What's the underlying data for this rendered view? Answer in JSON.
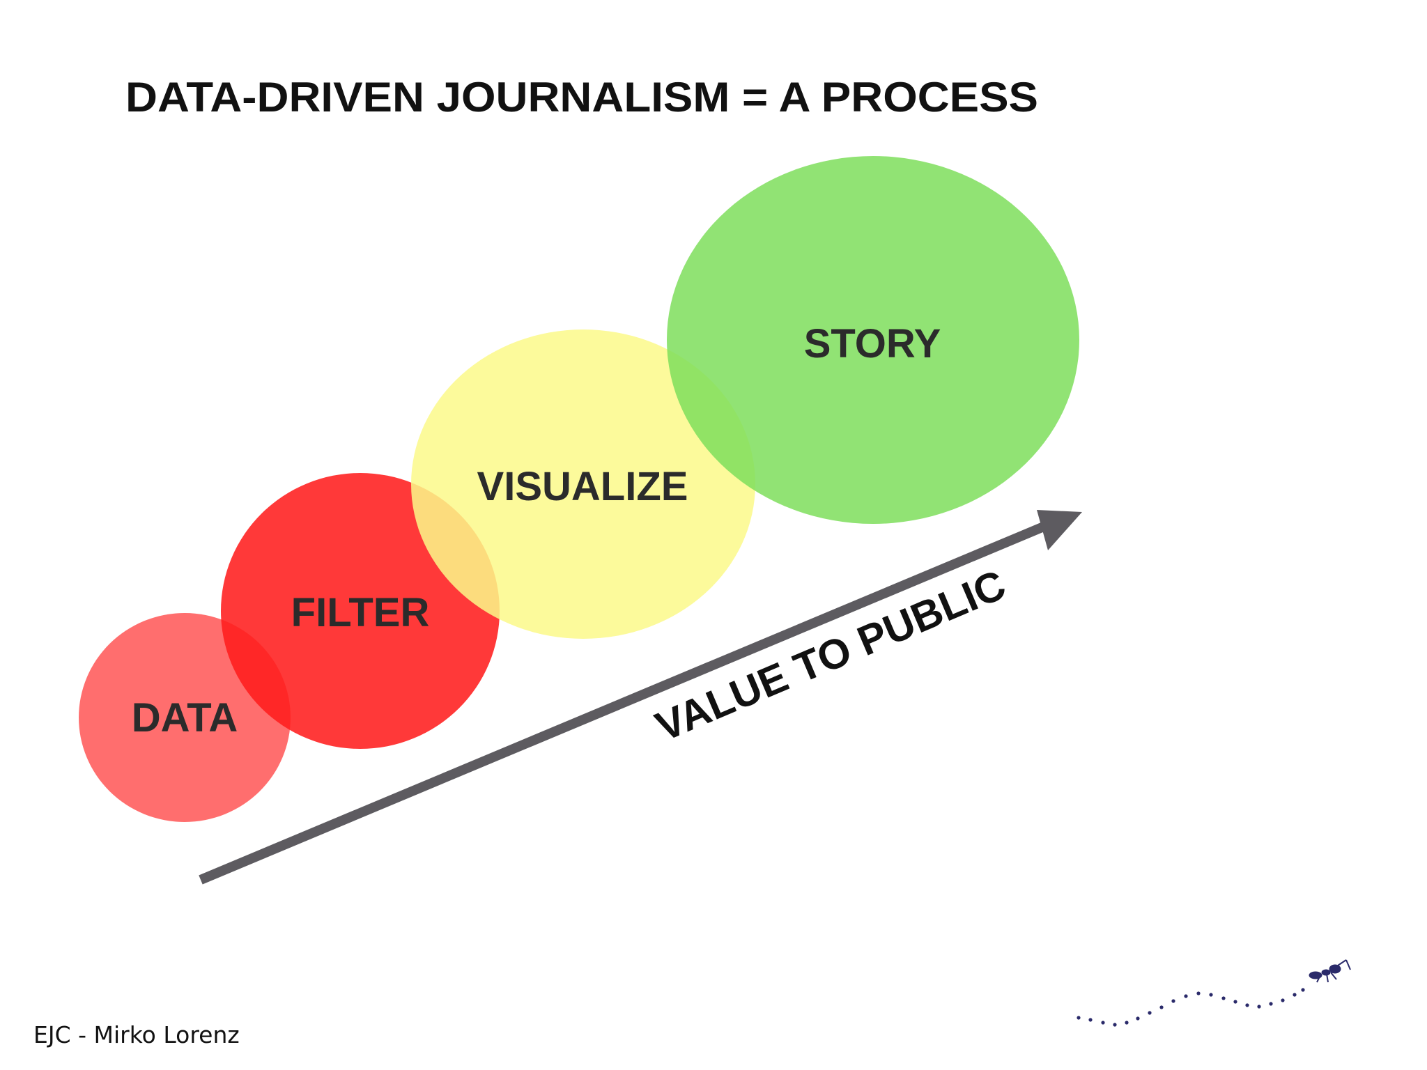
{
  "slide": {
    "title": "DATA-DRIVEN JOURNALISM = A PROCESS",
    "footer": "EJC - Mirko Lorenz"
  },
  "process": {
    "steps": [
      {
        "label": "DATA",
        "color": "#ff5a5a"
      },
      {
        "label": "FILTER",
        "color": "#ff1e1e"
      },
      {
        "label": "VISUALIZE",
        "color": "#fbf98a"
      },
      {
        "label": "STORY",
        "color": "#7ede5c"
      }
    ],
    "arrow_label": "VALUE TO PUBLIC",
    "arrow_color": "#5d5b60"
  },
  "colors": {
    "text": "#2b2b2b",
    "logo": "#2a2a6a"
  },
  "logo": {
    "icon": "ant-logo-icon"
  }
}
